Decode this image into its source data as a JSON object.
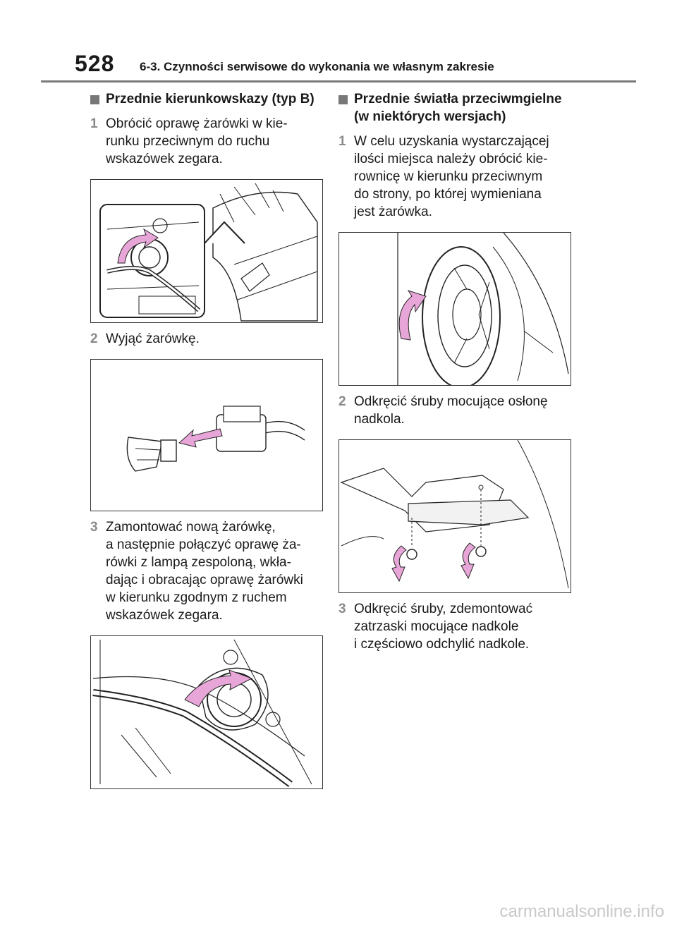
{
  "header": {
    "page_number": "528",
    "section_title": "6-3. Czynności serwisowe do wykonania we własnym zakresie"
  },
  "left": {
    "heading": "Przednie kierunkowskazy (typ B)",
    "steps": [
      {
        "num": "1",
        "text": "Obrócić oprawę żarówki w kie-\nrunku przeciwnym do ruchu\nwskazówek zegara."
      },
      {
        "num": "2",
        "text": "Wyjąć żarówkę."
      },
      {
        "num": "3",
        "text": "Zamontować nową żarówkę,\na następnie połączyć oprawę ża-\nrówki z lampą zespoloną, wkła-\ndając i obracając oprawę żarówki\nw kierunku zgodnym z ruchem\nwskazówek zegara."
      }
    ]
  },
  "right": {
    "heading": "Przednie światła przeciwmgielne (w niektórych wersjach)",
    "steps": [
      {
        "num": "1",
        "text": "W celu uzyskania wystarczającej\nilości miejsca należy obrócić kie-\nrownicę w kierunku przeciwnym\ndo strony, po której wymieniana\njest żarówka."
      },
      {
        "num": "2",
        "text": "Odkręcić śruby mocujące osłonę\nnadkola."
      },
      {
        "num": "3",
        "text": "Odkręcić śruby, zdemontować\nzatrzaski mocujące nadkole\ni częściowo odchylić nadkole."
      }
    ]
  },
  "watermark": "carmanualsonline.info",
  "colors": {
    "arrow": "#e8a6d8",
    "rule": "#7a7a7a",
    "step_number": "#8a8a8a"
  }
}
